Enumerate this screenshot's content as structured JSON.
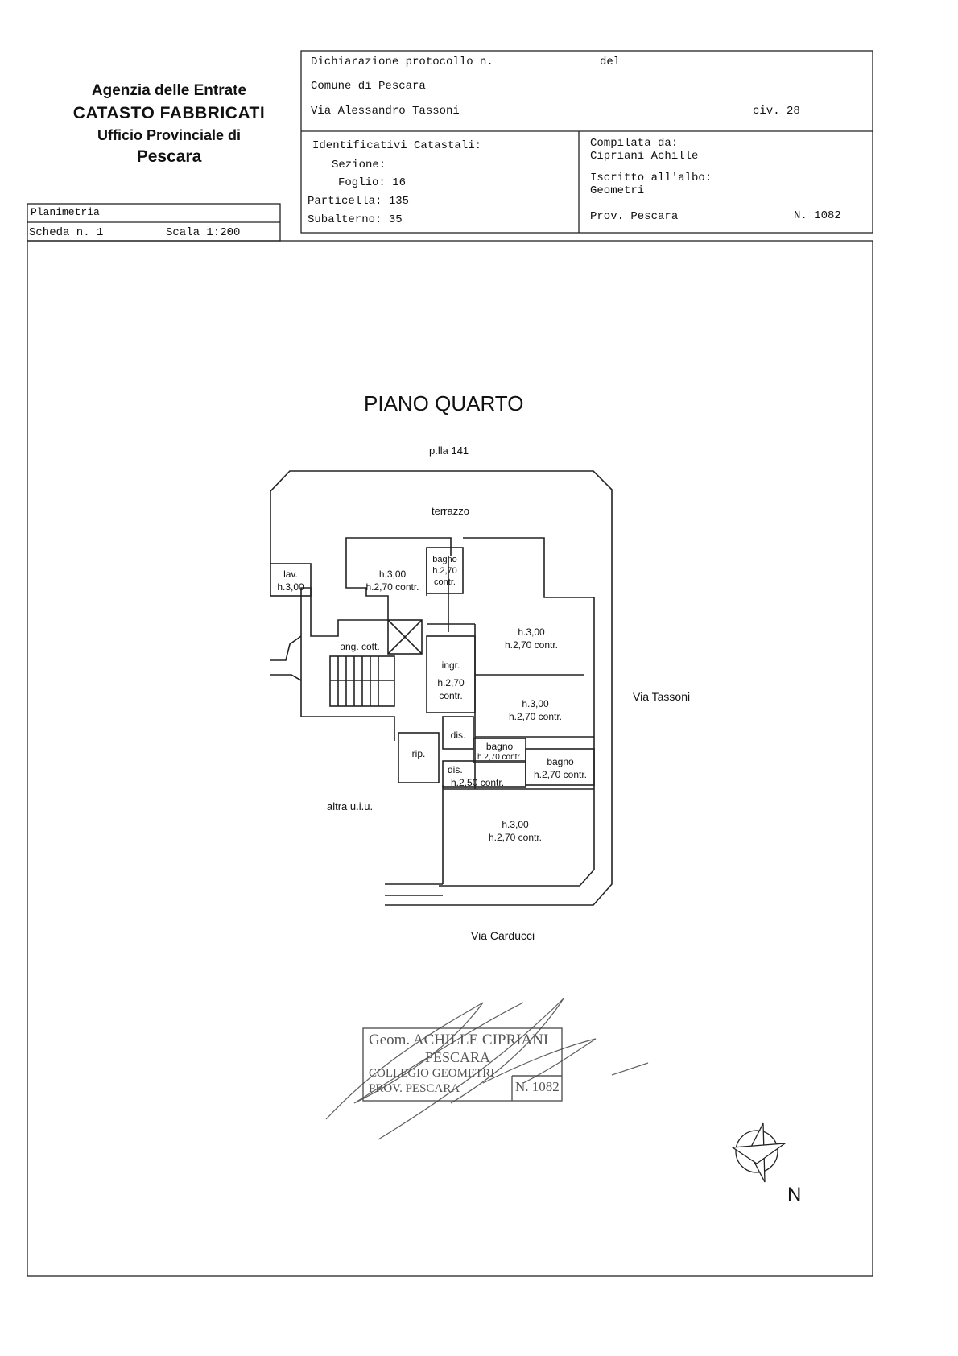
{
  "agency": {
    "line1": "Agenzia delle Entrate",
    "line2": "CATASTO FABBRICATI",
    "line3": "Ufficio Provinciale di",
    "line4": "Pescara"
  },
  "header": {
    "dichiarazione": "Dichiarazione protocollo n.",
    "del": "del",
    "comune": "Comune di Pescara",
    "via": "Via Alessandro Tassoni",
    "civ": "civ. 28"
  },
  "identificativi": {
    "title": "Identificativi Catastali:",
    "sezione": "Sezione:",
    "foglio": "Foglio: 16",
    "particella": "Particella: 135",
    "subalterno": "Subalterno: 35"
  },
  "compilata": {
    "label": "Compilata da:",
    "name": "Cipriani Achille",
    "iscritto": "Iscritto all'albo:",
    "albo": "Geometri",
    "prov": "Prov. Pescara",
    "numero": "N. 1082"
  },
  "planimetria": {
    "title": "Planimetria",
    "scheda": "Scheda n. 1",
    "scala": "Scala 1:200"
  },
  "plan": {
    "title": "PIANO QUARTO",
    "plla": "p.lla 141",
    "terrazzo": "terrazzo",
    "via_tassoni": "Via Tassoni",
    "via_carducci": "Via Carducci",
    "altra": "altra u.i.u.",
    "lav": "lav.",
    "lav_h": "h.3,00",
    "room1_h1": "h.3,00",
    "room1_h2": "h.2,70 contr.",
    "bagno1": "bagno",
    "bagno1_h": "h.2,70",
    "bagno1_c": "contr.",
    "room2_h1": "h.3,00",
    "room2_h2": "h.2,70 contr.",
    "ang_cott": "ang. cott.",
    "ingr": "ingr.",
    "ingr_h": "h.2,70",
    "ingr_c": "contr.",
    "room3_h1": "h.3,00",
    "room3_h2": "h.2,70 contr.",
    "dis1": "dis.",
    "rip": "rip.",
    "bagno2": "bagno",
    "bagno2_h": "h.2,70 contr.",
    "dis2": "dis.",
    "dis2_h": "h.2,50 contr.",
    "bagno3": "bagno",
    "bagno3_h": "h.2,70 contr.",
    "room4_h1": "h.3,00",
    "room4_h2": "h.2,70 contr."
  },
  "stamp": {
    "line1": "Geom. ACHILLE CIPRIANI",
    "line2": "PESCARA",
    "line3": "COLLEGIO GEOMETRI",
    "line4": "PROV. PESCARA",
    "number": "N. 1082"
  },
  "compass": {
    "north": "N"
  }
}
